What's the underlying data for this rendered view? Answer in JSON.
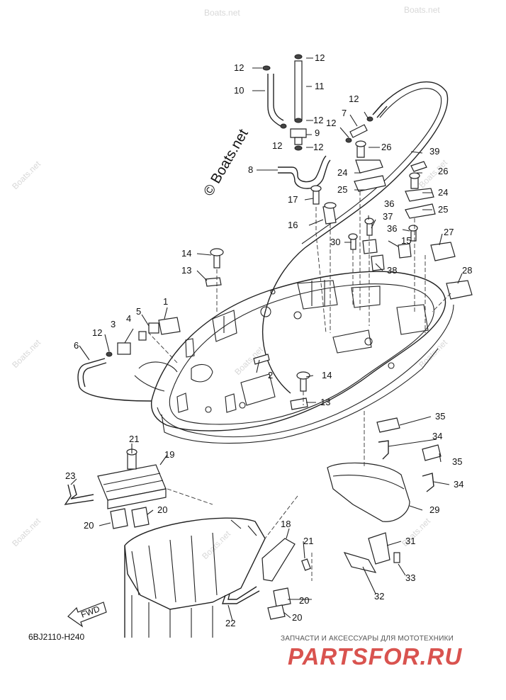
{
  "diagram": {
    "code": "6BJ2110-H240",
    "fwd_label": "FWD",
    "watermark_text": "© Boats.net",
    "watermark_short": "Boats.net",
    "callouts": [
      "1",
      "2",
      "3",
      "4",
      "5",
      "6",
      "7",
      "8",
      "9",
      "10",
      "11",
      "12",
      "13",
      "14",
      "15",
      "16",
      "17",
      "18",
      "19",
      "20",
      "21",
      "22",
      "23",
      "24",
      "25",
      "26",
      "27",
      "28",
      "29",
      "30",
      "31",
      "32",
      "33",
      "34",
      "35",
      "36",
      "37",
      "38",
      "39"
    ]
  },
  "brand": {
    "tagline": "ЗАПЧАСТИ И АКСЕССУАРЫ ДЛЯ МОТОТЕХНИКИ",
    "name": "PARTSFOR.RU",
    "color": "#d9534f"
  }
}
